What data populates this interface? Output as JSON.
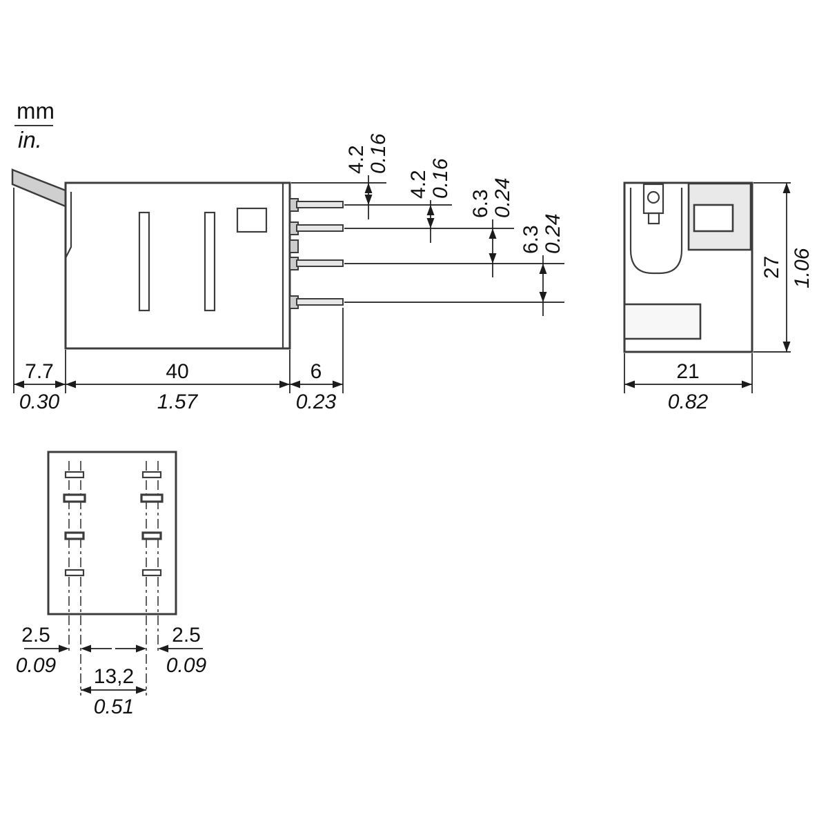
{
  "legend": {
    "unit_top": "mm",
    "unit_bottom": "in."
  },
  "side_view": {
    "pin_dims": [
      {
        "mm": "4.2",
        "in": "0.16"
      },
      {
        "mm": "4.2",
        "in": "0.16"
      },
      {
        "mm": "6.3",
        "in": "0.24"
      },
      {
        "mm": "6.3",
        "in": "0.24"
      }
    ],
    "width_dims": [
      {
        "mm": "7.7",
        "in": "0.30"
      },
      {
        "mm": "40",
        "in": "1.57"
      },
      {
        "mm": "6",
        "in": "0.23"
      }
    ]
  },
  "end_view": {
    "height_dim": {
      "mm": "27",
      "in": "1.06"
    },
    "width_dim": {
      "mm": "21",
      "in": "0.82"
    }
  },
  "bottom_view": {
    "pitch_left": {
      "mm": "2.5",
      "in": "0.09"
    },
    "pitch_right": {
      "mm": "2.5",
      "in": "0.09"
    },
    "row_spacing": {
      "mm": "13,2",
      "in": "0.51"
    }
  },
  "colors": {
    "body_fill": "#d5d5d5",
    "outline": "#3c3c3c",
    "dim_line": "#1c1c1c",
    "background": "#ffffff"
  }
}
